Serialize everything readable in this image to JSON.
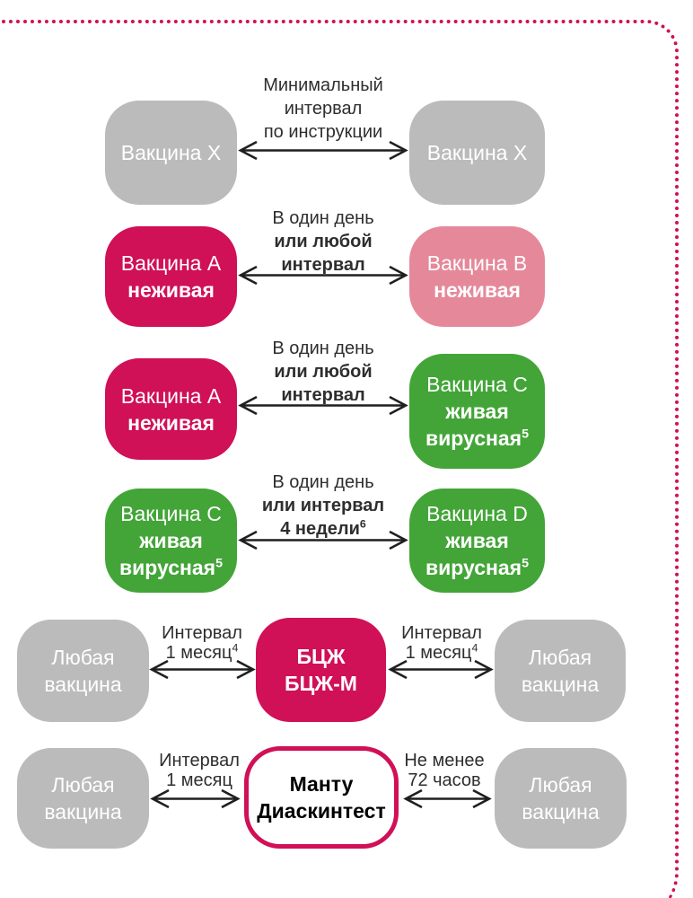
{
  "colors": {
    "crimson": "#D01057",
    "pink": "#E5899A",
    "green": "#43A538",
    "gray": "#BBBBBB",
    "label_text": "#2E2E2E",
    "arrow": "#1F1F1F",
    "dotted_border": "#D01057",
    "box_text": "#FFFFFF",
    "mantoux_text": "#000000"
  },
  "row1": {
    "label_line1": "Минимальный",
    "label_line2": "интервал",
    "label_line3": "по инструкции",
    "left_box": {
      "line1": "Вакцина X"
    },
    "right_box": {
      "line1": "Вакцина X"
    }
  },
  "row2": {
    "label_line1": "В один день",
    "label_line2": "или любой",
    "label_line3": "интервал",
    "left_box": {
      "line1": "Вакцина А",
      "line2": "неживая"
    },
    "right_box": {
      "line1": "Вакцина В",
      "line2": "неживая"
    }
  },
  "row3": {
    "label_line1": "В один день",
    "label_line2": "или любой",
    "label_line3": "интервал",
    "left_box": {
      "line1": "Вакцина А",
      "line2": "неживая"
    },
    "right_box": {
      "line1": "Вакцина С",
      "line2": "живая",
      "line3": "вирусная",
      "line3_sup": "5"
    }
  },
  "row4": {
    "label_line1": "В один день",
    "label_line2": "или интервал",
    "label_line3": "4 недели",
    "label_line3_sup": "6",
    "left_box": {
      "line1": "Вакцина С",
      "line2": "живая",
      "line3": "вирусная",
      "line3_sup": "5"
    },
    "right_box": {
      "line1": "Вакцина D",
      "line2": "живая",
      "line3": "вирусная",
      "line3_sup": "5"
    }
  },
  "row5": {
    "left_label_line1": "Интервал",
    "left_label_line2": "1 месяц",
    "left_label_line2_sup": "4",
    "right_label_line1": "Интервал",
    "right_label_line2": "1 месяц",
    "right_label_line2_sup": "4",
    "left_box": {
      "line1": "Любая",
      "line2": "вакцина"
    },
    "center_box": {
      "line1": "БЦЖ",
      "line2": "БЦЖ-М"
    },
    "right_box": {
      "line1": "Любая",
      "line2": "вакцина"
    }
  },
  "row6": {
    "left_label_line1": "Интервал",
    "left_label_line2": "1 месяц",
    "right_label_line1": "Не менее",
    "right_label_line2": "72 часов",
    "left_box": {
      "line1": "Любая",
      "line2": "вакцина"
    },
    "center_box": {
      "line1": "Манту",
      "line2": "Диаскинтест"
    },
    "right_box": {
      "line1": "Любая",
      "line2": "вакцина"
    }
  }
}
